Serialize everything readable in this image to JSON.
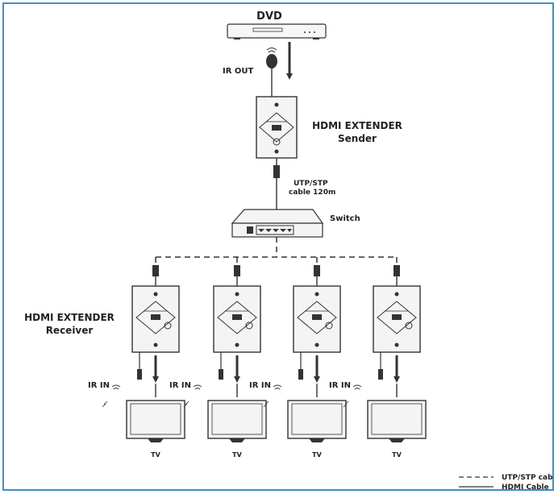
{
  "source": {
    "label": "DVD"
  },
  "ir_out": {
    "label": "IR OUT"
  },
  "sender": {
    "title": "HDMI EXTENDER",
    "subtitle": "Sender"
  },
  "cable": {
    "line1": "UTP/STP",
    "line2": "cable 120m"
  },
  "switch": {
    "label": "Switch"
  },
  "receiver": {
    "title": "HDMI EXTENDER",
    "subtitle": "Receiver"
  },
  "receivers": [
    {
      "ir_label": "IR IN",
      "tv_label": "TV"
    },
    {
      "ir_label": "IR IN",
      "tv_label": "TV"
    },
    {
      "ir_label": "IR IN",
      "tv_label": "TV"
    },
    {
      "ir_label": "IR IN",
      "tv_label": "TV"
    }
  ],
  "legend": {
    "utp": "UTP/STP cab",
    "hdmi": "HDMI Cable"
  },
  "colors": {
    "frame": "#3f8fbf",
    "ink": "#222222",
    "device": "#f4f4f4"
  }
}
